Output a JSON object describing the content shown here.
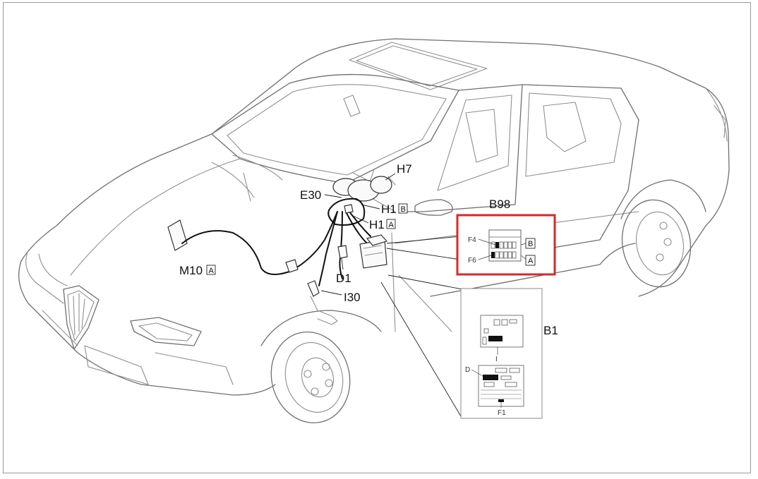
{
  "labels": {
    "h7": "H7",
    "e30": "E30",
    "h1b": "H1",
    "h1b_tag": "B",
    "h1a": "H1",
    "h1a_tag": "A",
    "b98": "B98",
    "m10": "M10",
    "m10_tag": "A",
    "d1": "D1",
    "i30": "I30",
    "b1": "B1"
  },
  "b98_detail": {
    "f4": "F4",
    "f6": "F6",
    "tag_b": "B",
    "tag_a": "A",
    "highlight_color": "#d42a2a"
  },
  "b1_detail": {
    "i_label": "I",
    "d_label": "D",
    "f1_label": "F1"
  }
}
